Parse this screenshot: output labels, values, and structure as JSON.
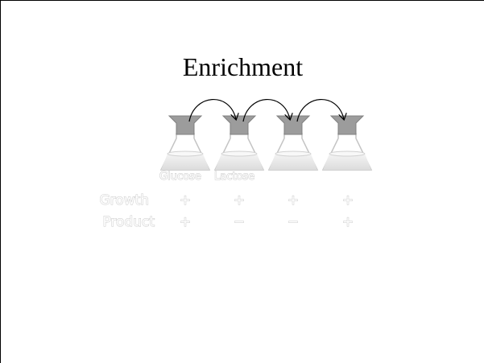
{
  "slide": {
    "title": "Enrichment",
    "flask_labels": [
      "Glucose",
      "Lactose"
    ],
    "table": {
      "rows": [
        {
          "label": "Growth",
          "values": [
            "+",
            "+",
            "+",
            "+"
          ]
        },
        {
          "label": "Product",
          "values": [
            "+",
            "−",
            "−",
            "+"
          ]
        }
      ]
    },
    "colors": {
      "flask_cap": "#9c9c9c",
      "flask_outline": "#c4c4c4",
      "arrow": "#000000",
      "faded_text_outline": "#c8c8c8"
    },
    "flask_count": 4,
    "arrow_count": 3
  }
}
